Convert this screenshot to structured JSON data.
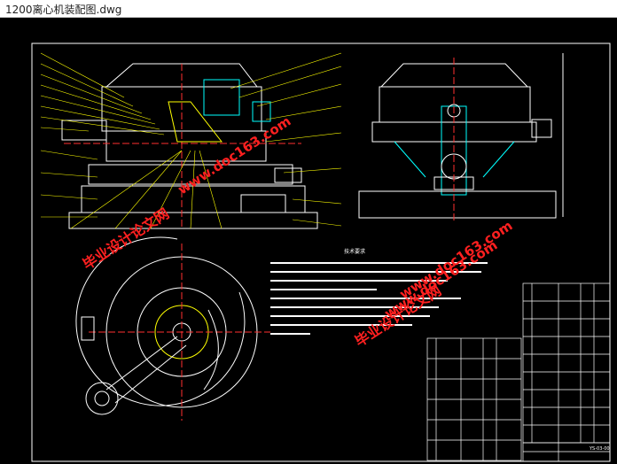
{
  "window": {
    "title": "1200离心机装配图.dwg"
  },
  "drawing": {
    "background": "#000000",
    "line_colors": {
      "white": "#ffffff",
      "yellow": "#ffff00",
      "cyan": "#00ffff",
      "red": "#ff3030",
      "green": "#00ff00"
    },
    "tech_requirements_title": "技术要求",
    "watermark_upper": "www.doc163.com",
    "watermark_text_top": "毕业设计论文网",
    "watermark_text_mid": "毕业设计论文网",
    "watermark_upper_2": "www.doc163.com",
    "watermark_lower": "www.doc163.com",
    "title_block_drawing_no": "YS-03-00"
  }
}
